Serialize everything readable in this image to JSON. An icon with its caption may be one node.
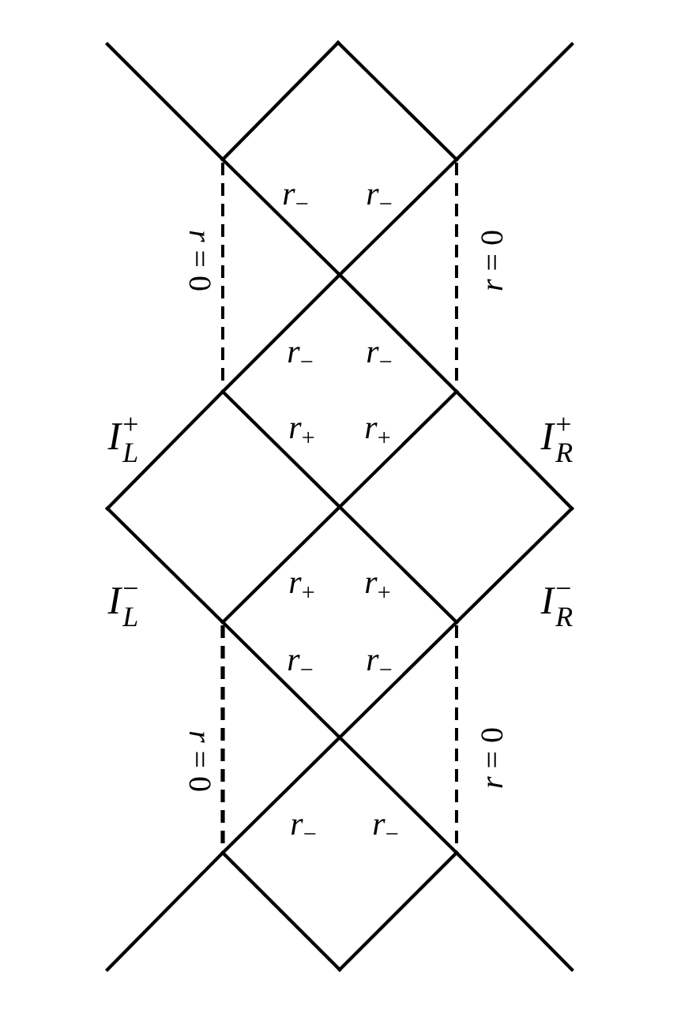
{
  "diagram": {
    "labels": [
      "*r*$_{−}$",
      "*r*$_{−}$",
      "*r* = 0",
      "*r* = 0",
      "*r*$_{−}$",
      "*r*$_{−}$",
      "*I*$_{L}$$^{+}$",
      "*r*$_{+}$",
      "*r*$_{+}$",
      "*I*$_{R}$$^{+}$",
      "*r*$_{+}$",
      "*r*$_{+}$",
      "*I*$_{L}$$^{−}$",
      "*I*$_{R}$$^{−}$",
      "*r*$_{−}$",
      "*r*$_{−}$",
      "*r* = 0",
      "*r* = 0",
      "*r*$_{−}$",
      "*r*$_{−}$"
    ]
  }
}
